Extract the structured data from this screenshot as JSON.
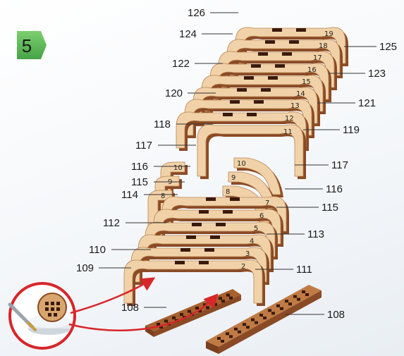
{
  "step": {
    "number": "5",
    "badge_color": "#5dbb5a"
  },
  "colors": {
    "wood_face": "#f1d2a8",
    "wood_edge": "#8a4a24",
    "slot": "#3a1a0c",
    "arrow": "#d8262a",
    "tool_ring": "#d8262a"
  },
  "callouts": {
    "left": [
      "126",
      "124",
      "122",
      "120",
      "118",
      "117",
      "116",
      "115",
      "114",
      "112",
      "110",
      "109",
      "108"
    ],
    "right": [
      "125",
      "123",
      "121",
      "119",
      "117",
      "116",
      "115",
      "113",
      "111",
      "108"
    ]
  },
  "rib_numbers": [
    "2",
    "3",
    "4",
    "5",
    "6",
    "7",
    "8",
    "9",
    "10",
    "11",
    "12",
    "13",
    "14",
    "15",
    "16",
    "17",
    "18",
    "19"
  ]
}
